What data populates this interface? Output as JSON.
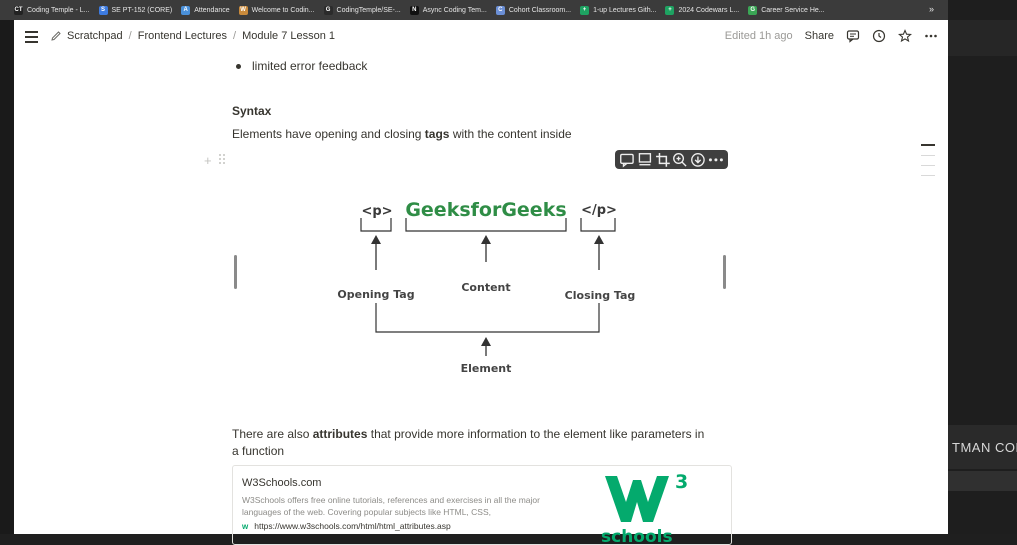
{
  "bookmarks": [
    {
      "label": "Coding Temple - L...",
      "icon": "CT",
      "color": "#222222"
    },
    {
      "label": "SE PT-152 (CORE)",
      "icon": "S",
      "color": "#3d7be0"
    },
    {
      "label": "Attendance",
      "icon": "A",
      "color": "#4a90d9"
    },
    {
      "label": "Welcome to Codin...",
      "icon": "W",
      "color": "#c98a3b"
    },
    {
      "label": "CodingTemple/SE-...",
      "icon": "G",
      "color": "#2b2b2b"
    },
    {
      "label": "Async Coding Tem...",
      "icon": "N",
      "color": "#111111"
    },
    {
      "label": "Cohort Classroom...",
      "icon": "C",
      "color": "#6b8fd6"
    },
    {
      "label": "1-up Lectures Gith...",
      "icon": "+",
      "color": "#1ea362"
    },
    {
      "label": "2024 Codewars L...",
      "icon": "+",
      "color": "#1ea362"
    },
    {
      "label": "Career Service He...",
      "icon": "G",
      "color": "#3aa655"
    }
  ],
  "bookmarks_more": "»",
  "side_text": "TMAN CONS",
  "breadcrumb": [
    "Scratchpad",
    "Frontend Lectures",
    "Module 7 Lesson 1"
  ],
  "breadcrumb_sep": "/",
  "actions": {
    "edited": "Edited 1h ago",
    "share": "Share"
  },
  "content": {
    "bullet": "limited error feedback",
    "heading": "Syntax",
    "para_before": "Elements have opening and closing ",
    "para_bold": "tags",
    "para_after": " with the content inside"
  },
  "figure": {
    "open_tag": "<p>",
    "content_text": "GeeksforGeeks",
    "close_tag": "</p>",
    "label_open": "Opening Tag",
    "label_content": "Content",
    "label_close": "Closing Tag",
    "label_element": "Element",
    "brand_color": "#2f8d46"
  },
  "attr_para": {
    "before": "There are also ",
    "bold": "attributes",
    "after": " that provide more information to the element like parameters in a function"
  },
  "link_card": {
    "title": "W3Schools.com",
    "description": "W3Schools offers free online tutorials, references and exercises in all the major languages of the web. Covering popular subjects like HTML, CSS,",
    "url": "https://www.w3schools.com/html/html_attributes.asp",
    "favicon": "w",
    "logo_sup": "3",
    "logo_word": "schools",
    "brand_color": "#04aa6d"
  }
}
